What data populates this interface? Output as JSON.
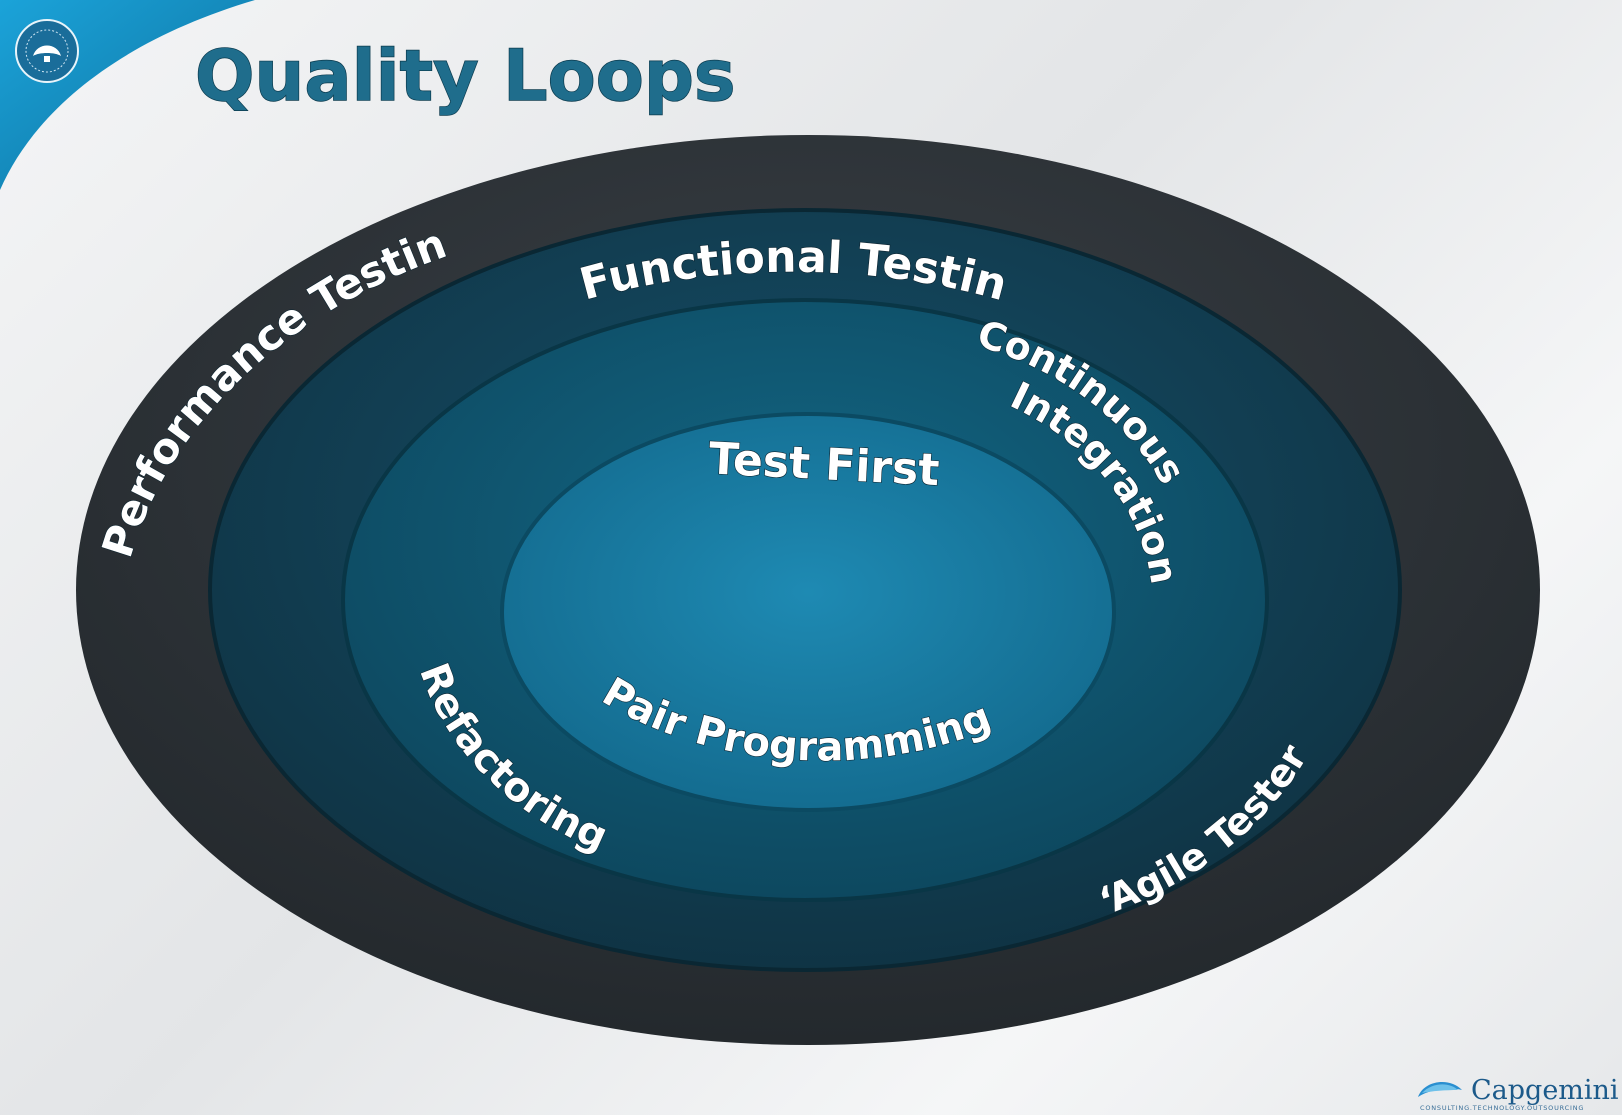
{
  "title": "Quality Loops",
  "loops": [
    {
      "id": "outer",
      "labels": [
        "Performance Testing",
        "‘Agile Tester’"
      ]
    },
    {
      "id": "second",
      "labels": [
        "Functional Testing"
      ]
    },
    {
      "id": "third",
      "labels": [
        "Continuous",
        "Integration",
        "Refactoring"
      ]
    },
    {
      "id": "core",
      "labels": [
        "Test First",
        "Pair Programming"
      ]
    }
  ],
  "brand": {
    "name": "Capgemini",
    "tagline": "CONSULTING.TECHNOLOGY.OUTSOURCING"
  },
  "colors": {
    "title": "#1f6d8c",
    "outer_ring": "#2f3438",
    "second_ring": "#123c4e",
    "third_ring": "#0f536b",
    "core": "#1a7ea3",
    "accent": "#1ba3d9"
  },
  "icons": [
    "collaborative-seal-icon",
    "capgemini-spade-icon"
  ]
}
